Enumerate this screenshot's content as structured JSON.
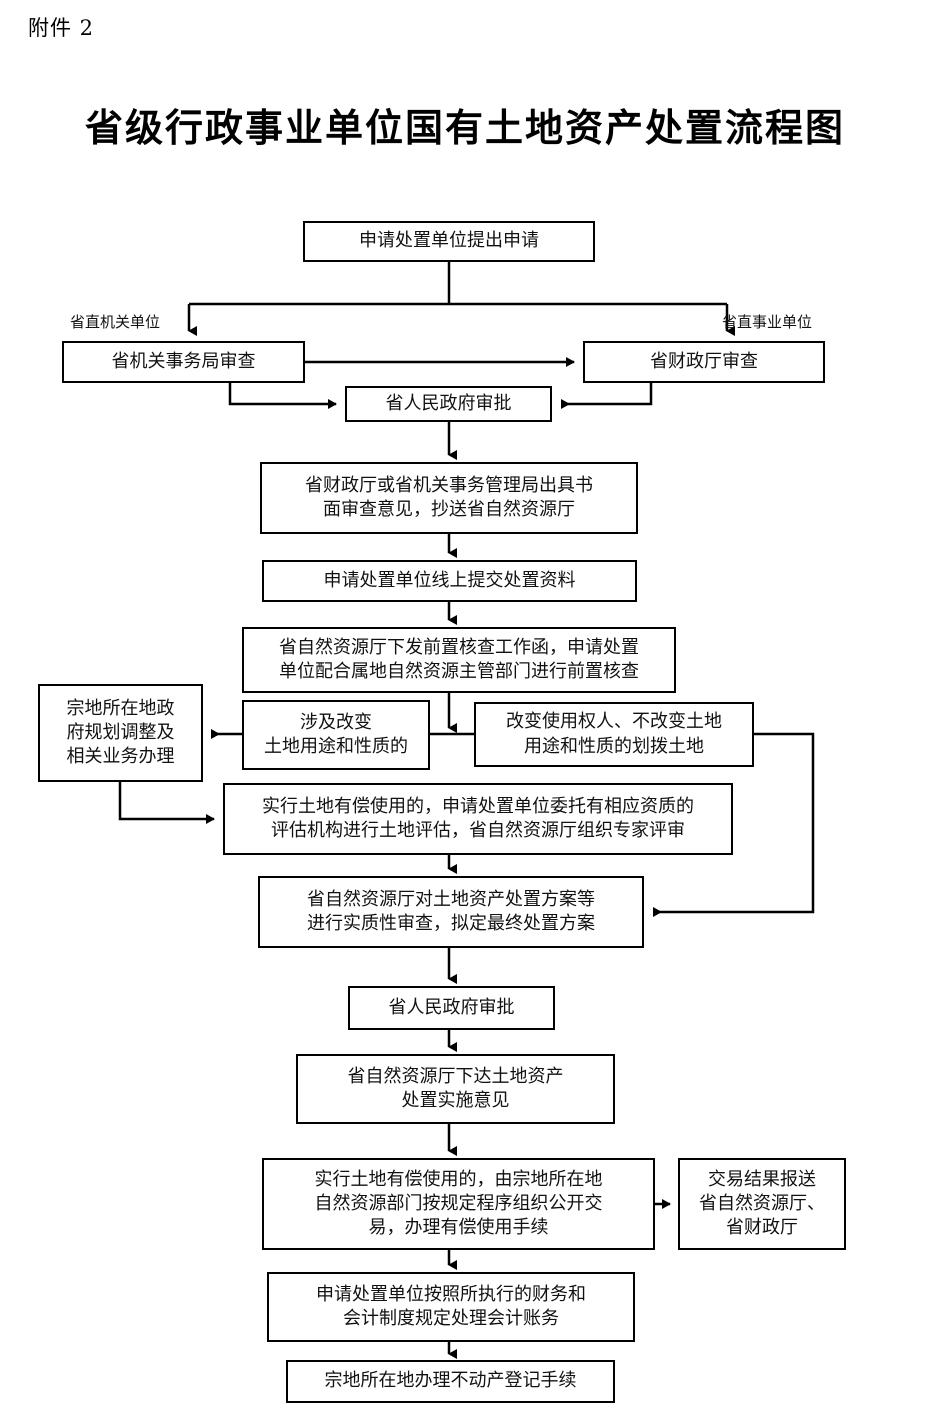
{
  "document": {
    "attachment_label": "附件 2",
    "title": "省级行政事业单位国有土地资产处置流程图"
  },
  "nodes": [
    {
      "id": "apply",
      "text": "申请处置单位提出申请"
    },
    {
      "id": "agency-review",
      "text": "省机关事务局审查"
    },
    {
      "id": "finance-review",
      "text": "省财政厅审查"
    },
    {
      "id": "gov-approve-1",
      "text": "省人民政府审批"
    },
    {
      "id": "written-opinion",
      "text": "省财政厅或省机关事务管理局出具书\n面审查意见，抄送省自然资源厅"
    },
    {
      "id": "online-submit",
      "text": "申请处置单位线上提交处置资料"
    },
    {
      "id": "pre-check",
      "text": "省自然资源厅下发前置核查工作函，申请处置\n单位配合属地自然资源主管部门进行前置核查"
    },
    {
      "id": "planning-adjust",
      "text": "宗地所在地政\n府规划调整及\n相关业务办理"
    },
    {
      "id": "change-use",
      "text": "涉及改变\n土地用途和性质的"
    },
    {
      "id": "change-holder",
      "text": "改变使用权人、不改变土地\n用途和性质的划拨土地"
    },
    {
      "id": "land-appraisal",
      "text": "实行土地有偿使用的，申请处置单位委托有相应资质的\n评估机构进行土地评估，省自然资源厅组织专家评审"
    },
    {
      "id": "substantive-review",
      "text": "省自然资源厅对土地资产处置方案等\n进行实质性审查，拟定最终处置方案"
    },
    {
      "id": "gov-approve-2",
      "text": "省人民政府审批"
    },
    {
      "id": "issue-opinion",
      "text": "省自然资源厅下达土地资产\n处置实施意见"
    },
    {
      "id": "public-trade",
      "text": "实行土地有偿使用的，由宗地所在地\n自然资源部门按规定程序组织公开交\n易，办理有偿使用手续"
    },
    {
      "id": "trade-report",
      "text": "交易结果报送\n省自然资源厅、\n省财政厅"
    },
    {
      "id": "accounting",
      "text": "申请处置单位按照所执行的财务和\n会计制度规定处理会计账务"
    },
    {
      "id": "registration",
      "text": "宗地所在地办理不动产登记手续"
    }
  ],
  "edge_labels": [
    {
      "id": "left-branch",
      "text": "省直机关单位"
    },
    {
      "id": "right-branch",
      "text": "省直事业单位"
    }
  ],
  "colors": {
    "stroke": "#000000",
    "box_fill": "#ffffff",
    "text": "#111111",
    "page_background": "#ffffff"
  }
}
